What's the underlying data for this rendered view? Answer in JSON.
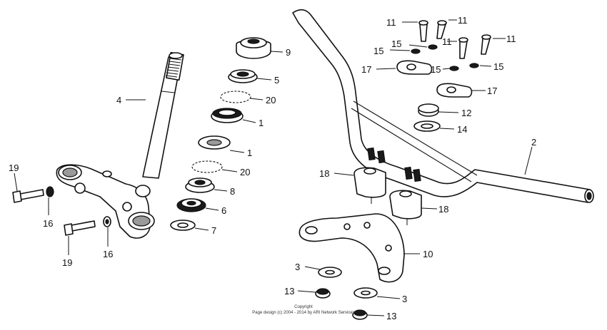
{
  "callouts": [
    {
      "id": "c11a",
      "text": "11"
    },
    {
      "id": "c11b",
      "text": "11"
    },
    {
      "id": "c11c",
      "text": "11"
    },
    {
      "id": "c11d",
      "text": "11"
    },
    {
      "id": "c15a",
      "text": "15"
    },
    {
      "id": "c15b",
      "text": "15"
    },
    {
      "id": "c15c",
      "text": "15"
    },
    {
      "id": "c15d",
      "text": "15"
    },
    {
      "id": "c17a",
      "text": "17"
    },
    {
      "id": "c17b",
      "text": "17"
    },
    {
      "id": "c12",
      "text": "12"
    },
    {
      "id": "c14",
      "text": "14"
    },
    {
      "id": "c2",
      "text": "2"
    },
    {
      "id": "c18a",
      "text": "18"
    },
    {
      "id": "c18b",
      "text": "18"
    },
    {
      "id": "c10",
      "text": "10"
    },
    {
      "id": "c3a",
      "text": "3"
    },
    {
      "id": "c3b",
      "text": "3"
    },
    {
      "id": "c13a",
      "text": "13"
    },
    {
      "id": "c13b",
      "text": "13"
    },
    {
      "id": "c9",
      "text": "9"
    },
    {
      "id": "c5",
      "text": "5"
    },
    {
      "id": "c20a",
      "text": "20"
    },
    {
      "id": "c1a",
      "text": "1"
    },
    {
      "id": "c1b",
      "text": "1"
    },
    {
      "id": "c20b",
      "text": "20"
    },
    {
      "id": "c8",
      "text": "8"
    },
    {
      "id": "c6",
      "text": "6"
    },
    {
      "id": "c7",
      "text": "7"
    },
    {
      "id": "c4",
      "text": "4"
    },
    {
      "id": "c19a",
      "text": "19"
    },
    {
      "id": "c16a",
      "text": "16"
    },
    {
      "id": "c19b",
      "text": "19"
    },
    {
      "id": "c16b",
      "text": "16"
    }
  ],
  "copyright": {
    "line1": "Copyright",
    "line2": "Page design (c) 2004 - 2014 by ARI Network Services"
  }
}
